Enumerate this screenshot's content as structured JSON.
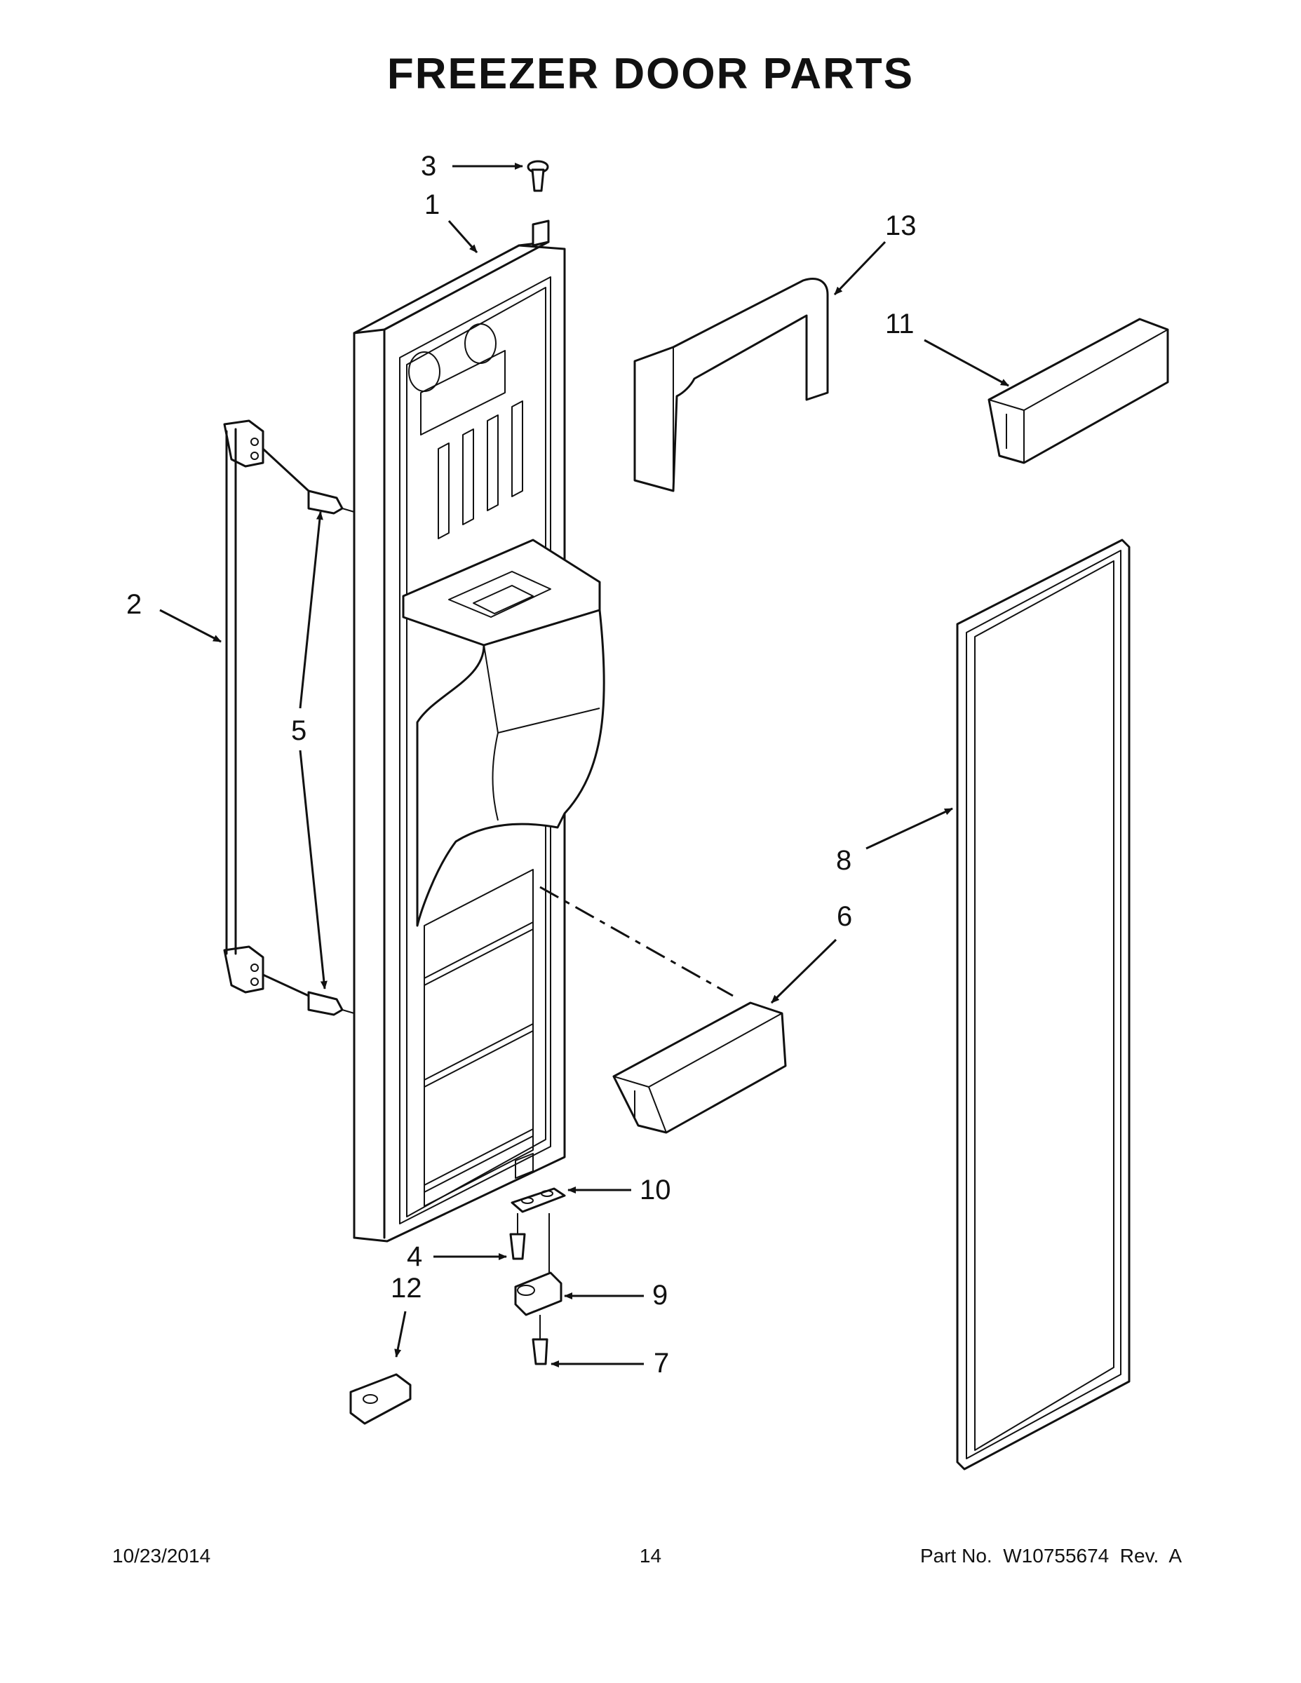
{
  "title": "FREEZER DOOR PARTS",
  "callouts": {
    "c1": "1",
    "c2": "2",
    "c3": "3",
    "c4": "4",
    "c5": "5",
    "c6": "6",
    "c7": "7",
    "c8": "8",
    "c9": "9",
    "c10": "10",
    "c11": "11",
    "c12": "12",
    "c13": "13"
  },
  "footer": {
    "date": "10/23/2014",
    "page": "14",
    "part_no": "Part No.  W10755674  Rev.  A"
  }
}
